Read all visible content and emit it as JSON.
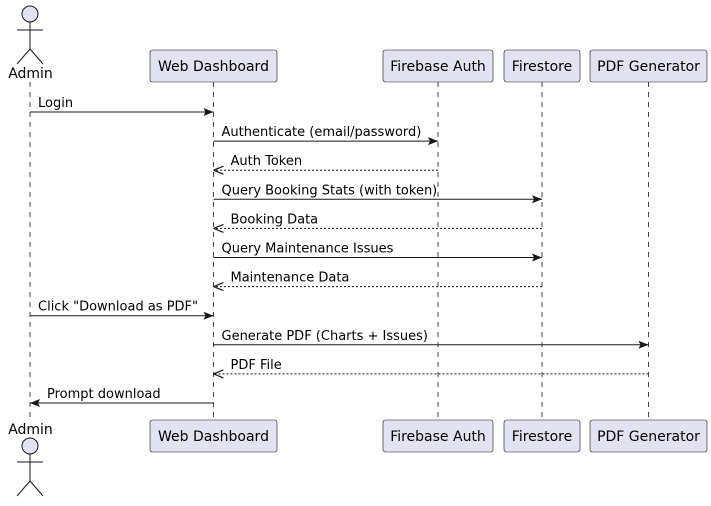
{
  "diagram": {
    "participants": [
      {
        "id": "admin",
        "label": "Admin",
        "kind": "actor"
      },
      {
        "id": "web",
        "label": "Web Dashboard",
        "kind": "box"
      },
      {
        "id": "auth",
        "label": "Firebase Auth",
        "kind": "box"
      },
      {
        "id": "store",
        "label": "Firestore",
        "kind": "box"
      },
      {
        "id": "pdf",
        "label": "PDF Generator",
        "kind": "box"
      }
    ],
    "messages": [
      {
        "from": "admin",
        "to": "web",
        "label": "Login",
        "style": "solid"
      },
      {
        "from": "web",
        "to": "auth",
        "label": "Authenticate (email/password)",
        "style": "solid"
      },
      {
        "from": "auth",
        "to": "web",
        "label": "Auth Token",
        "style": "dashed"
      },
      {
        "from": "web",
        "to": "store",
        "label": "Query Booking Stats (with token)",
        "style": "solid"
      },
      {
        "from": "store",
        "to": "web",
        "label": "Booking Data",
        "style": "dashed"
      },
      {
        "from": "web",
        "to": "store",
        "label": "Query Maintenance Issues",
        "style": "solid"
      },
      {
        "from": "store",
        "to": "web",
        "label": "Maintenance Data",
        "style": "dashed"
      },
      {
        "from": "admin",
        "to": "web",
        "label": "Click \"Download as PDF\"",
        "style": "solid"
      },
      {
        "from": "web",
        "to": "pdf",
        "label": "Generate PDF (Charts + Issues)",
        "style": "solid"
      },
      {
        "from": "pdf",
        "to": "web",
        "label": "PDF File",
        "style": "dashed"
      },
      {
        "from": "web",
        "to": "admin",
        "label": "Prompt download",
        "style": "solid"
      }
    ],
    "colors": {
      "participant_fill": "#e2e2f0",
      "participant_stroke": "#181818",
      "lifeline": "#181818",
      "arrow": "#181818",
      "text": "#000000"
    }
  }
}
